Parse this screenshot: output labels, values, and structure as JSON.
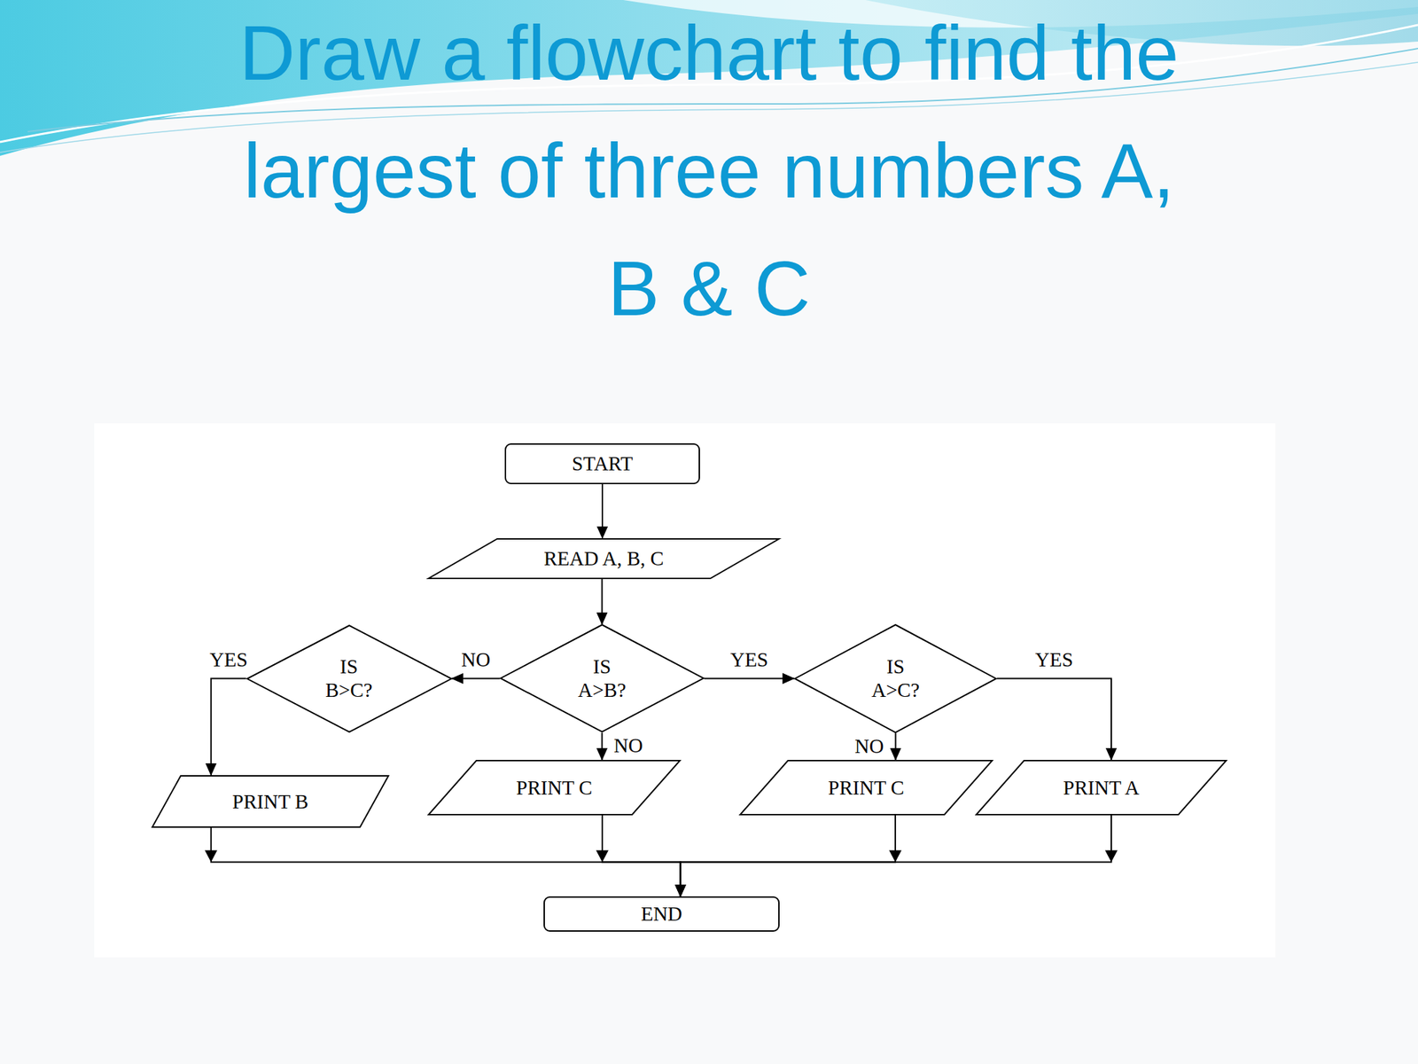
{
  "diagram": {
    "title": "Draw a flowchart to find the largest of three numbers A, B & C",
    "nodes": [
      {
        "text": [
          "START"
        ]
      },
      {
        "text": [
          "READ A, B, C"
        ]
      },
      {
        "text": [
          "IS B>C?"
        ]
      },
      {
        "text": [
          "IS A>B?"
        ]
      },
      {
        "text": [
          "IS A>C?"
        ]
      },
      {
        "text": [
          "PRINT B"
        ]
      },
      {
        "text": [
          "PRINT C"
        ]
      },
      {
        "text": [
          "PRINT C"
        ]
      },
      {
        "text": [
          "PRINT A"
        ]
      },
      {
        "text": [
          "END"
        ]
      }
    ],
    "edges": [
      {
        "from": 0,
        "to": 1,
        "arrow": "to"
      },
      {
        "from": 1,
        "to": 3,
        "arrow": "to"
      },
      {
        "from": 3,
        "to": 2,
        "label": "NO",
        "arrow": "to"
      },
      {
        "from": 3,
        "to": 4,
        "label": "YES",
        "arrow": "to"
      },
      {
        "from": 3,
        "to": 6,
        "label": "NO",
        "arrow": "to"
      },
      {
        "from": 2,
        "to": 5,
        "label": "YES",
        "arrow": "to"
      },
      {
        "from": 4,
        "to": 7,
        "label": "NO",
        "arrow": "to"
      },
      {
        "from": 4,
        "to": 8,
        "label": "YES",
        "arrow": "to"
      },
      {
        "from": 5,
        "to": 9,
        "arrow": "to"
      },
      {
        "from": 6,
        "to": 9,
        "arrow": "to"
      },
      {
        "from": 7,
        "to": 9,
        "arrow": "to"
      },
      {
        "from": 8,
        "to": 9,
        "arrow": "to"
      }
    ]
  }
}
